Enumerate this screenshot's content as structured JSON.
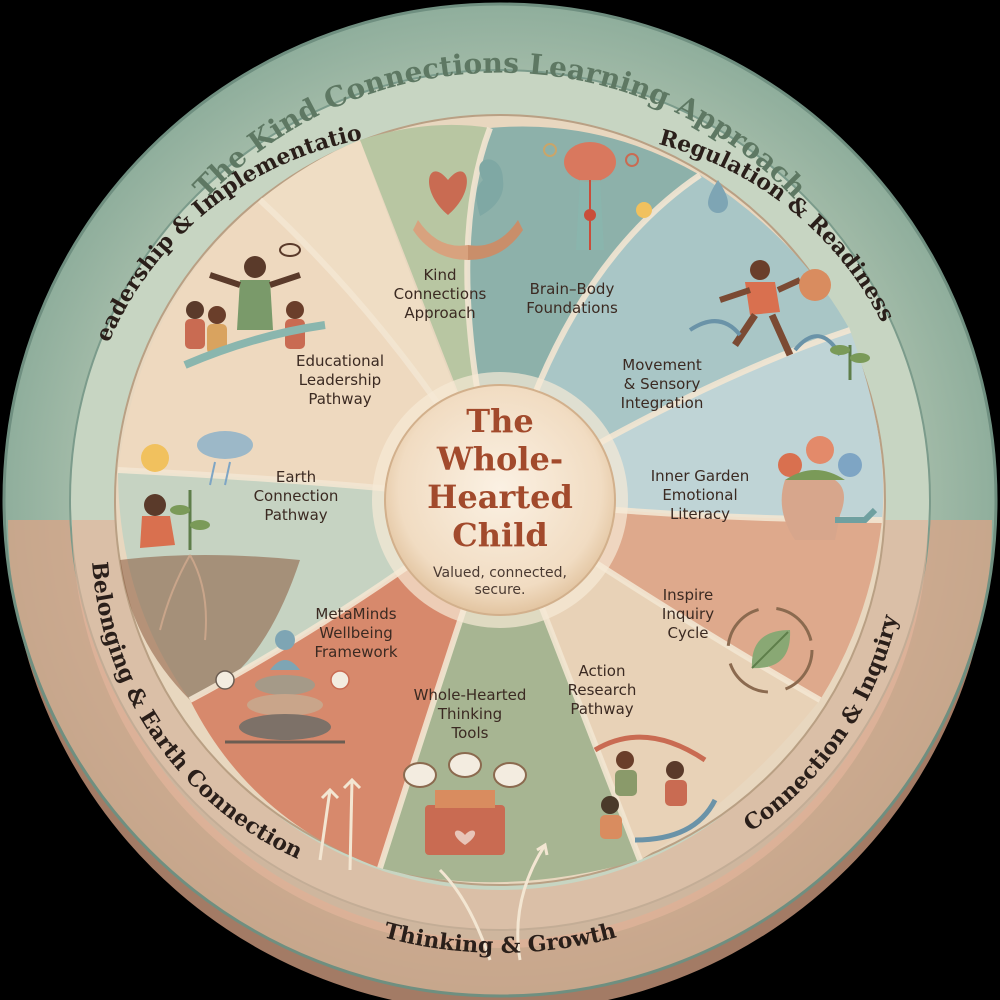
{
  "outer_title": "The Kind Connections Learning Approach",
  "ring_labels": {
    "top_left": "Leadership & Implementation",
    "top_right": "Regulation & Readiness",
    "bottom_left": "Belonging & Earth Connection",
    "bottom_right": "Connection & Inquiry",
    "bottom": "Thinking & Growth"
  },
  "center": {
    "title_lines": [
      "The",
      "Whole-",
      "Hearted",
      "Child"
    ],
    "subtitle_lines": [
      "Valued, connected,",
      "secure."
    ]
  },
  "petals": [
    {
      "label_lines": [
        "Kind",
        "Connections",
        "Approach"
      ],
      "icon": "heart-brain-hands-icon"
    },
    {
      "label_lines": [
        "Brain–Body",
        "Foundations"
      ],
      "icon": "brain-body-icon"
    },
    {
      "label_lines": [
        "Movement",
        "& Sensory",
        "Integration"
      ],
      "icon": "running-child-icon"
    },
    {
      "label_lines": [
        "Inner Garden",
        "Emotional",
        "Literacy"
      ],
      "icon": "flower-head-icon"
    },
    {
      "label_lines": [
        "Inspire",
        "Inquiry",
        "Cycle"
      ],
      "icon": "leaf-cycle-icon"
    },
    {
      "label_lines": [
        "Action",
        "Research",
        "Pathway"
      ],
      "icon": "group-research-icon"
    },
    {
      "label_lines": [
        "Whole-Hearted",
        "Thinking",
        "Tools"
      ],
      "icon": "toolbox-icon"
    },
    {
      "label_lines": [
        "MetaMinds",
        "Wellbeing",
        "Framework"
      ],
      "icon": "balanced-stones-icon"
    },
    {
      "label_lines": [
        "Earth",
        "Connection",
        "Pathway"
      ],
      "icon": "planting-child-icon"
    },
    {
      "label_lines": [
        "Educational",
        "Leadership",
        "Pathway"
      ],
      "icon": "leader-group-icon"
    }
  ],
  "colors": {
    "outer_ring": "#9fb8a6",
    "inner_ring": "#e9d7bd",
    "sage": "#a9bd9a",
    "teal": "#8fb3ad",
    "blue": "#bcd2d6",
    "terracotta": "#d9977c",
    "sand": "#ead2b4",
    "title": "#a24a2c"
  }
}
